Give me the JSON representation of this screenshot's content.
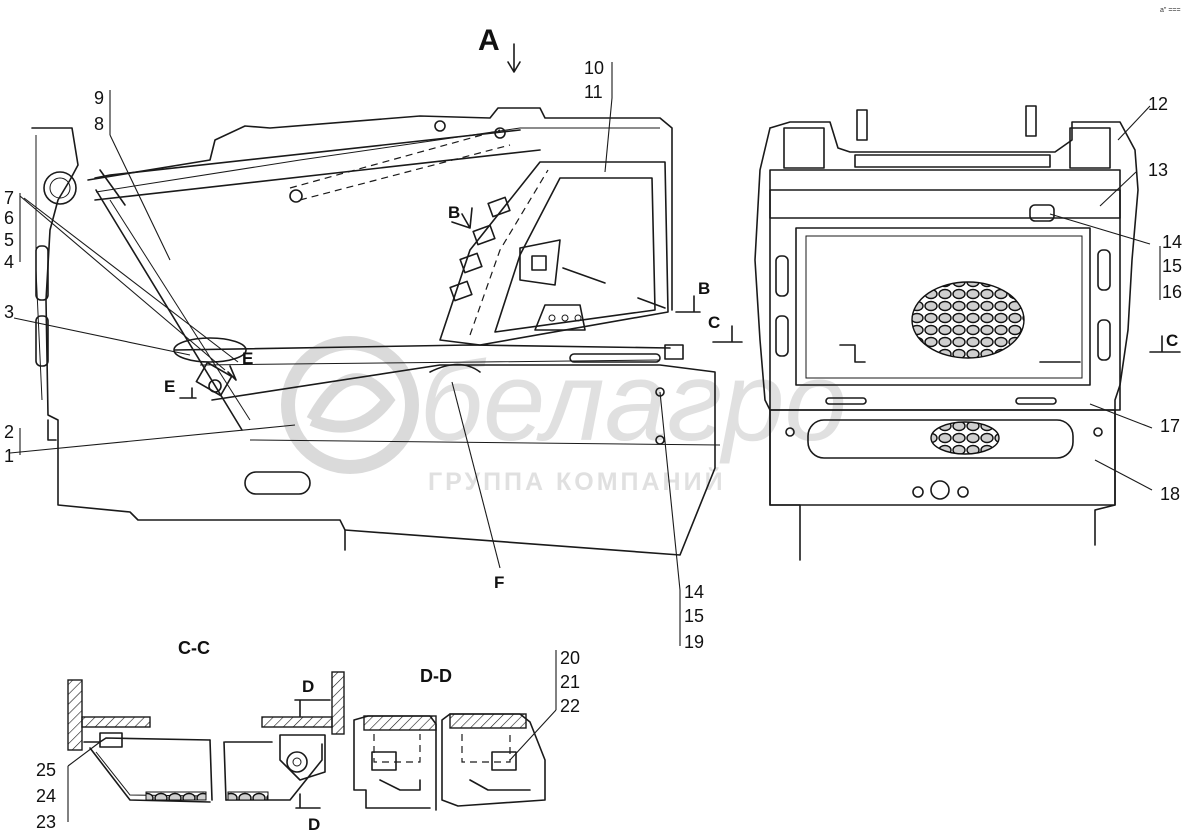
{
  "corner_mark": "a\" ===",
  "watermark": {
    "brand": "белагро",
    "subtitle": "ГРУППА КОМПАНИЙ"
  },
  "views": {
    "a": "A",
    "b_left": "B",
    "b_right": "B",
    "c_left": "C",
    "c_right": "C",
    "e_upper": "E",
    "e_lower": "E",
    "f": "F",
    "d_top": "D",
    "d_bottom": "D"
  },
  "section_titles": {
    "cc": "C-C",
    "dd": "D-D"
  },
  "callouts": {
    "n1": "1",
    "n2": "2",
    "n3": "3",
    "n4": "4",
    "n5": "5",
    "n6": "6",
    "n7": "7",
    "n8": "8",
    "n9": "9",
    "n10": "10",
    "n11": "11",
    "n12": "12",
    "n13": "13",
    "n14a": "14",
    "n15a": "15",
    "n16": "16",
    "n17": "17",
    "n18": "18",
    "n14b": "14",
    "n15b": "15",
    "n19": "19",
    "n20": "20",
    "n21": "21",
    "n22": "22",
    "n23": "23",
    "n24": "24",
    "n25": "25"
  }
}
